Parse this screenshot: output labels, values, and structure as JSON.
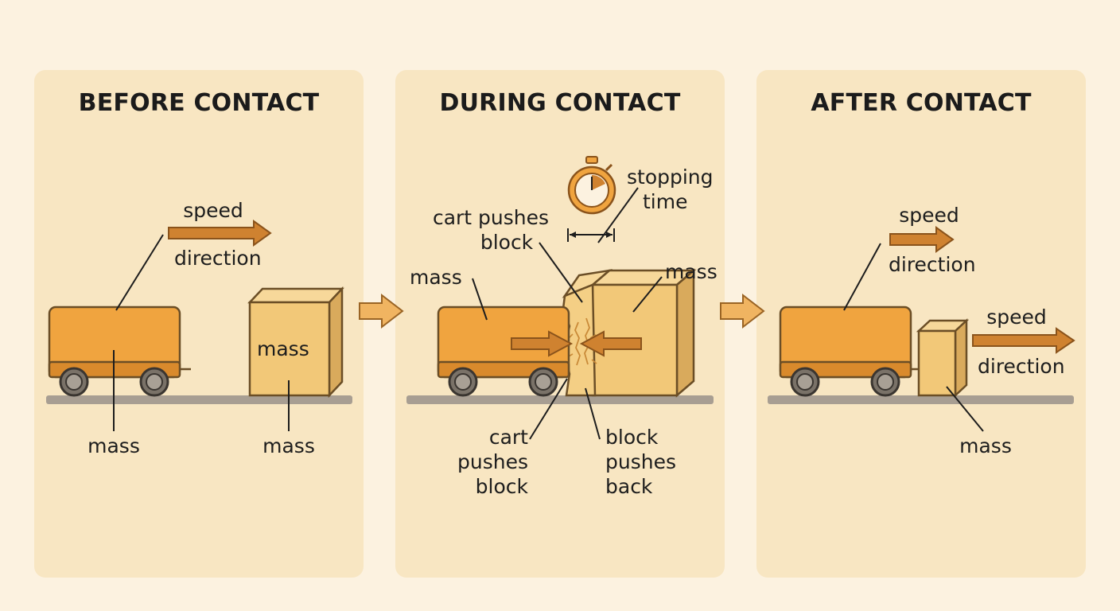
{
  "panels": [
    {
      "title": "BEFORE CONTACT",
      "labels": {
        "speed": "speed",
        "direction": "direction",
        "cart_mass": "mass",
        "block_mass": "mass",
        "block_face": "mass"
      }
    },
    {
      "title": "DURING CONTACT",
      "labels": {
        "stopping_1": "stopping",
        "stopping_2": "time",
        "cart_pushes_1": "cart pushes",
        "cart_pushes_2": "block",
        "cart_mass": "mass",
        "block_mass": "mass",
        "bottom_left_1": "cart",
        "bottom_left_2": "pushes",
        "bottom_left_3": "block",
        "bottom_right_1": "block",
        "bottom_right_2": "pushes",
        "bottom_right_3": "back"
      }
    },
    {
      "title": "AFTER CONTACT",
      "labels": {
        "cart_speed": "speed",
        "cart_direction": "direction",
        "block_speed": "speed",
        "block_direction": "direction",
        "block_mass": "mass"
      }
    }
  ],
  "icons": [
    "stopwatch-icon",
    "arrow-right-icon"
  ],
  "colors": {
    "background": "#fcf2e0",
    "panel": "#f8e6c2",
    "cart": "#f0a43f",
    "block": "#f2c878",
    "arrow": "#cf8230",
    "ground": "#a89e92"
  }
}
